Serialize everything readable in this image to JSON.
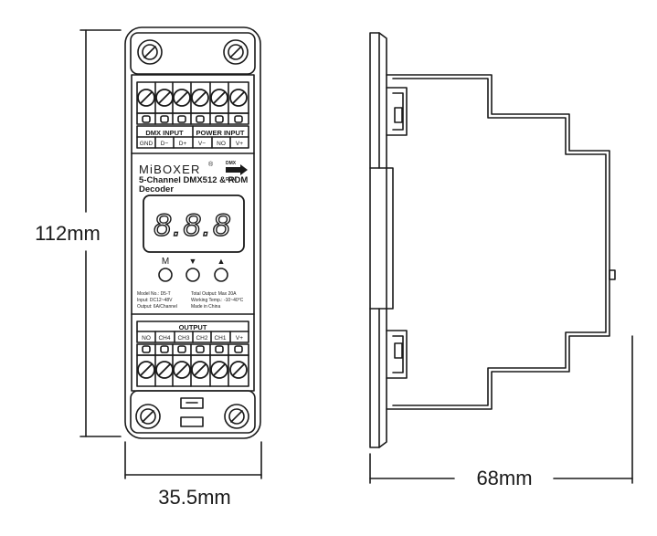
{
  "dimensions": {
    "height_label": "112mm",
    "width_label": "35.5mm",
    "depth_label": "68mm"
  },
  "front": {
    "dmx_input": {
      "header": "DMX INPUT",
      "terminals": [
        "GND",
        "D−",
        "D+"
      ]
    },
    "power_input": {
      "header": "POWER INPUT",
      "terminals": [
        "V−",
        "NO",
        "V+"
      ]
    },
    "brand": {
      "logo": "MiBOXER",
      "trademark": "®",
      "protocol_badge_top": "DMX",
      "protocol_badge_bottom": "RDM"
    },
    "product_name_line1": "5-Channel DMX512 & RDM",
    "product_name_line2": "Decoder",
    "display_value": "8.8.8",
    "buttons": [
      {
        "label": "M",
        "icon": "mode-button"
      },
      {
        "label": "▼",
        "icon": "down-button"
      },
      {
        "label": "▲",
        "icon": "up-button"
      }
    ],
    "specs_left": [
      "Model No.: D5-T",
      "Input: DC12~48V",
      "Output: 6A/Channel"
    ],
    "specs_right": [
      "Total Output: Max 20A",
      "Working Temp.: -10~40°C",
      "Made in China"
    ],
    "output": {
      "header": "OUTPUT",
      "terminals": [
        "NO",
        "CH4",
        "CH3",
        "CH2",
        "CH1",
        "V+"
      ]
    }
  },
  "colors": {
    "line": "#1a1a1a",
    "display_bg": "#ffffff"
  }
}
